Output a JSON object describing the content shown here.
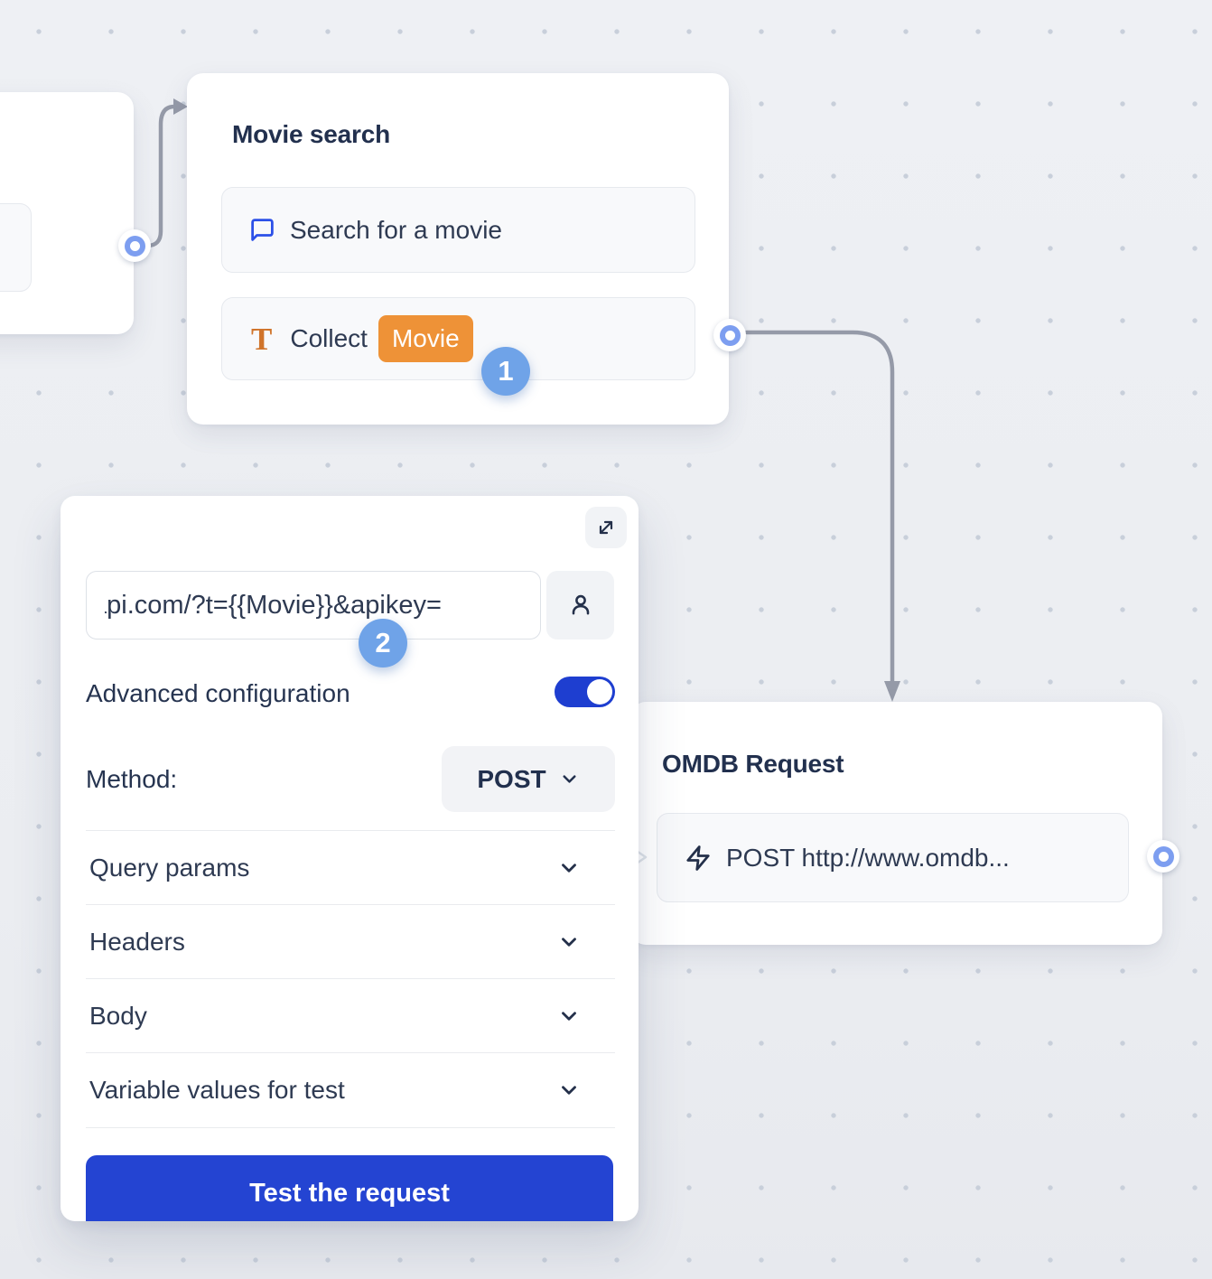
{
  "canvas": {
    "background_top": "#eef0f4",
    "background_bottom": "#e7e9ee",
    "dot_color": "#c8cfda"
  },
  "colors": {
    "brand_blue": "#2444d2",
    "toggle_blue": "#1e3ed0",
    "badge_orange": "#ee9237",
    "step_circle_blue": "#6fa3e8",
    "port_ring_blue": "#7d9ef0",
    "connector_gray": "#959aa8",
    "text_dark": "#22304e",
    "chat_icon_blue": "#2b50e8",
    "t_icon_orange": "#d0742b"
  },
  "movie_search_node": {
    "title": "Movie search",
    "steps": [
      {
        "icon": "chat-bubble-icon",
        "label": "Search for a movie"
      },
      {
        "icon": "text-variable-icon",
        "label": "Collect",
        "variable_badge": "Movie"
      }
    ]
  },
  "omdb_node": {
    "title": "OMDB Request",
    "steps": [
      {
        "icon": "lightning-icon",
        "label": "POST http://www.omdb..."
      }
    ]
  },
  "webhook_editor": {
    "expand_icon": "expand-icon",
    "user_icon": "user-icon",
    "url_input": {
      "value": "api.com/?t={{Movie}}&apikey="
    },
    "advanced_configuration": {
      "label": "Advanced configuration",
      "enabled": true
    },
    "method": {
      "label": "Method:",
      "selected": "POST"
    },
    "sections": [
      {
        "label": "Query params"
      },
      {
        "label": "Headers"
      },
      {
        "label": "Body"
      },
      {
        "label": "Variable values for test"
      }
    ],
    "test_button": {
      "label": "Test the request"
    }
  },
  "step_markers": [
    {
      "value": "1"
    },
    {
      "value": "2"
    }
  ]
}
